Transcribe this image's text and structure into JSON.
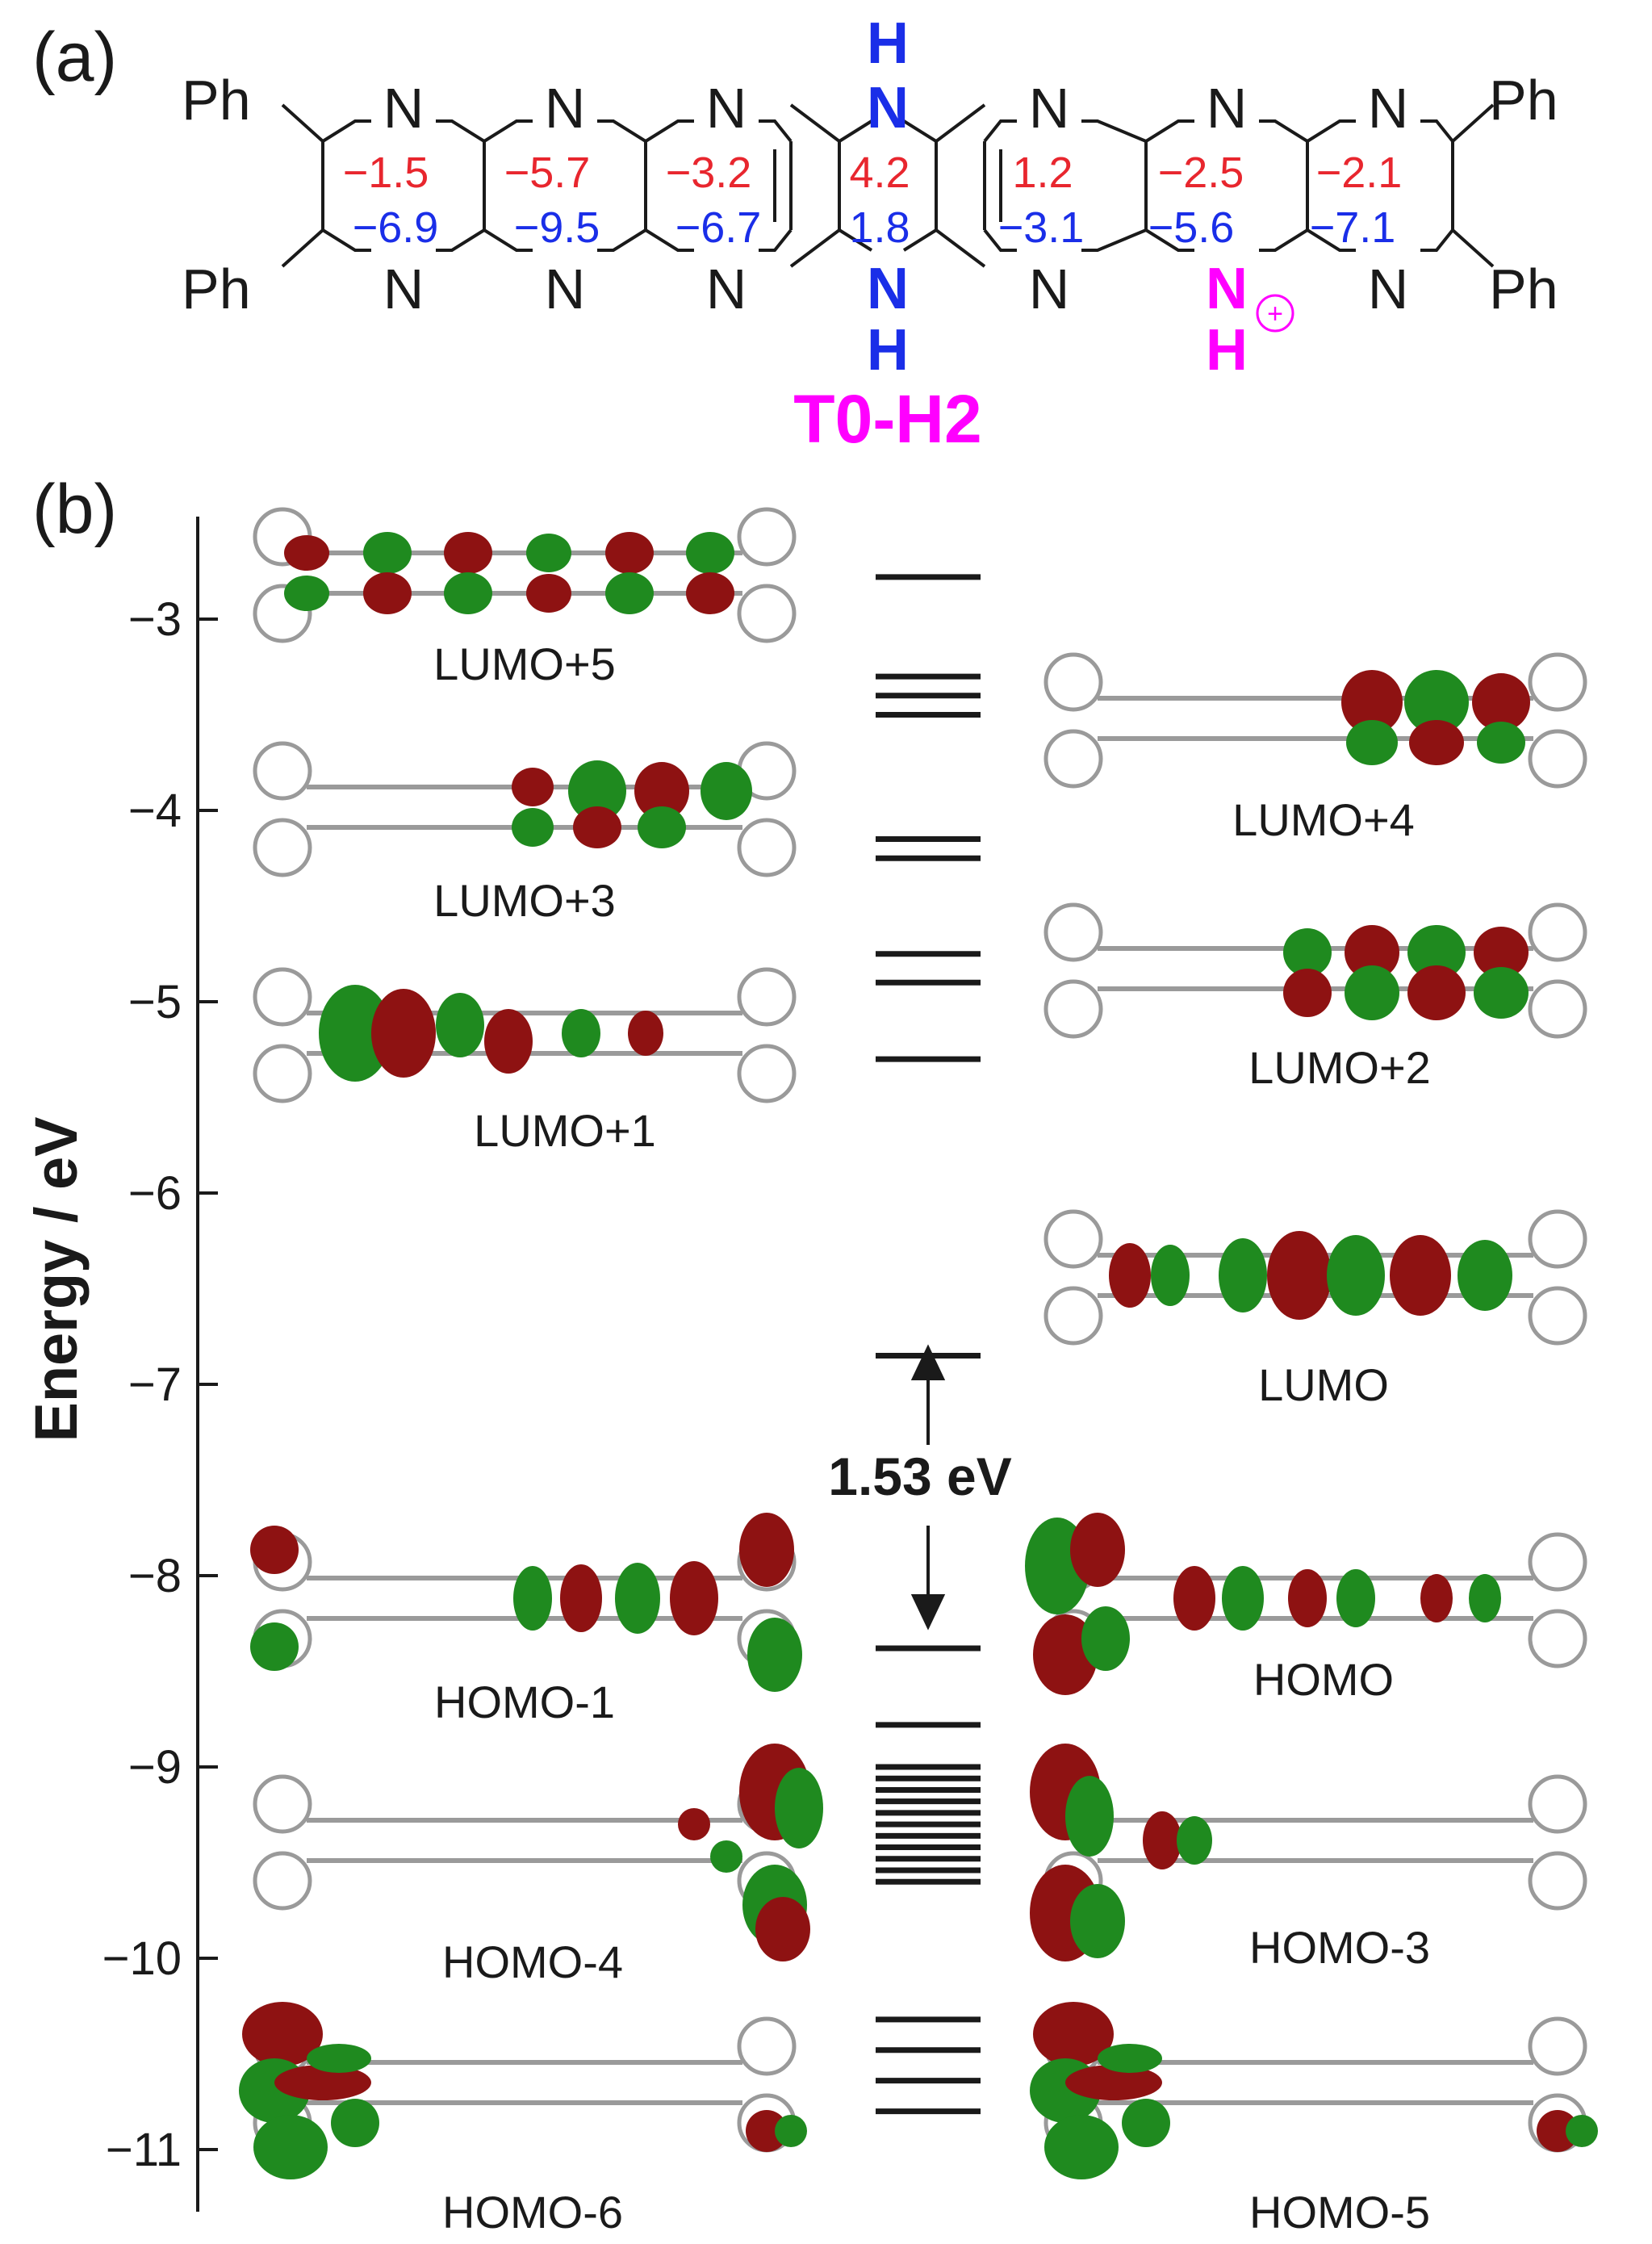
{
  "panel_a": {
    "label": "(a)",
    "ph_labels": [
      "Ph",
      "Ph",
      "Ph",
      "Ph"
    ],
    "top_n_labels": [
      "N",
      "N",
      "N",
      "N",
      "N",
      "N",
      "N"
    ],
    "bottom_n_labels": [
      "N",
      "N",
      "N",
      "N",
      "N",
      "N",
      "N"
    ],
    "red_values": [
      "−1.5",
      "−5.7",
      "−3.2",
      "4.2",
      "1.2",
      "−2.5",
      "−2.1"
    ],
    "blue_values": [
      "−6.9",
      "−9.5",
      "−6.7",
      "1.8",
      "−3.1",
      "−5.6",
      "−7.1"
    ],
    "nh_top": {
      "h": "H",
      "n": "N"
    },
    "nh_bottom": {
      "n": "N",
      "h": "H"
    },
    "nh_plus": {
      "n": "N",
      "h": "H",
      "charge": "+"
    },
    "compound_name": "T0-H2",
    "colors": {
      "red": "#e8262e",
      "blue": "#1a2ee8",
      "magenta": "#ff00ff",
      "black": "#1a1a1a"
    }
  },
  "panel_b": {
    "label": "(b)",
    "axis_label": "Energy / eV",
    "ticks": [
      "−3",
      "−4",
      "−5",
      "−6",
      "−7",
      "−8",
      "−9",
      "−10",
      "−11"
    ],
    "gap_label": "1.53 eV",
    "orbitals": {
      "lumo_plus_5": "LUMO+5",
      "lumo_plus_4": "LUMO+4",
      "lumo_plus_3": "LUMO+3",
      "lumo_plus_2": "LUMO+2",
      "lumo_plus_1": "LUMO+1",
      "lumo": "LUMO",
      "homo": "HOMO",
      "homo_minus_1": "HOMO-1",
      "homo_minus_3": "HOMO-3",
      "homo_minus_4": "HOMO-4",
      "homo_minus_5": "HOMO-5",
      "homo_minus_6": "HOMO-6"
    },
    "lobe_colors": {
      "red": "#8e1212",
      "green": "#1f8a1f"
    }
  },
  "chart_data": {
    "type": "energy-level-diagram",
    "ylabel": "Energy / eV",
    "ylim": [
      -11.5,
      -2.5
    ],
    "yticks": [
      -3,
      -4,
      -5,
      -6,
      -7,
      -8,
      -9,
      -10,
      -11
    ],
    "lumo_energy": -6.85,
    "homo_energy": -8.38,
    "gap_eV": 1.53,
    "unoccupied_levels": [
      -2.78,
      -3.3,
      -3.4,
      -3.5,
      -4.15,
      -4.25,
      -4.75,
      -4.9,
      -5.3,
      -6.85
    ],
    "occupied_levels": [
      -8.38,
      -8.78,
      -9.0,
      -9.06,
      -9.12,
      -9.18,
      -9.24,
      -9.3,
      -9.36,
      -9.42,
      -9.48,
      -9.54,
      -9.6,
      -10.32,
      -10.48,
      -10.64,
      -10.8
    ]
  }
}
